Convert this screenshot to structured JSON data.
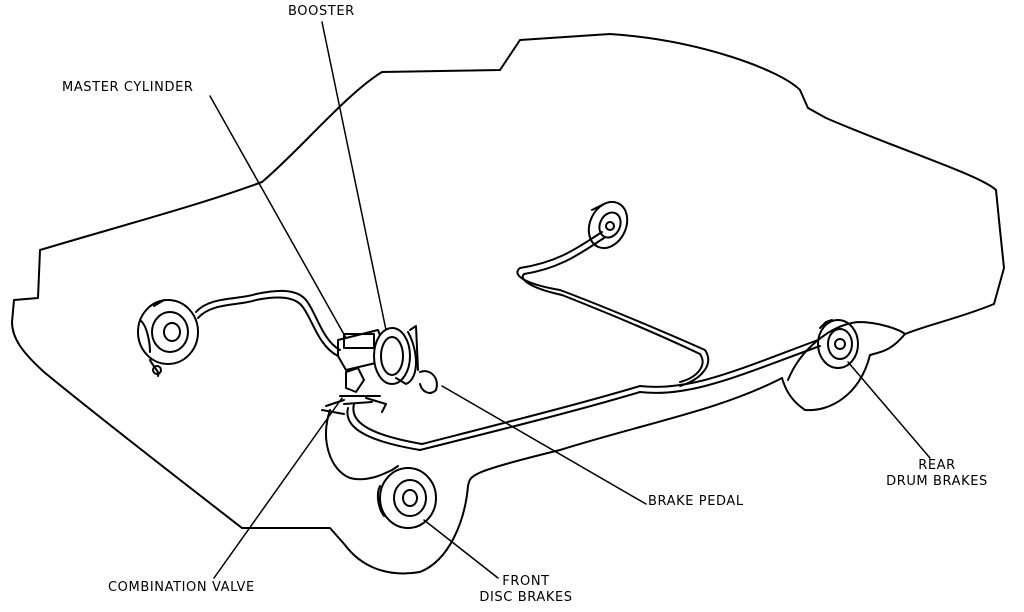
{
  "labels": {
    "booster": "BOOSTER",
    "master_cylinder": "MASTER CYLINDER",
    "brake_pedal": "BRAKE PEDAL",
    "rear_drum_brakes": "REAR\nDRUM BRAKES",
    "combination_valve": "COMBINATION VALVE",
    "front_disc_brakes": "FRONT\nDISC BRAKES"
  },
  "colors": {
    "ink": "#000000",
    "background": "#ffffff"
  }
}
